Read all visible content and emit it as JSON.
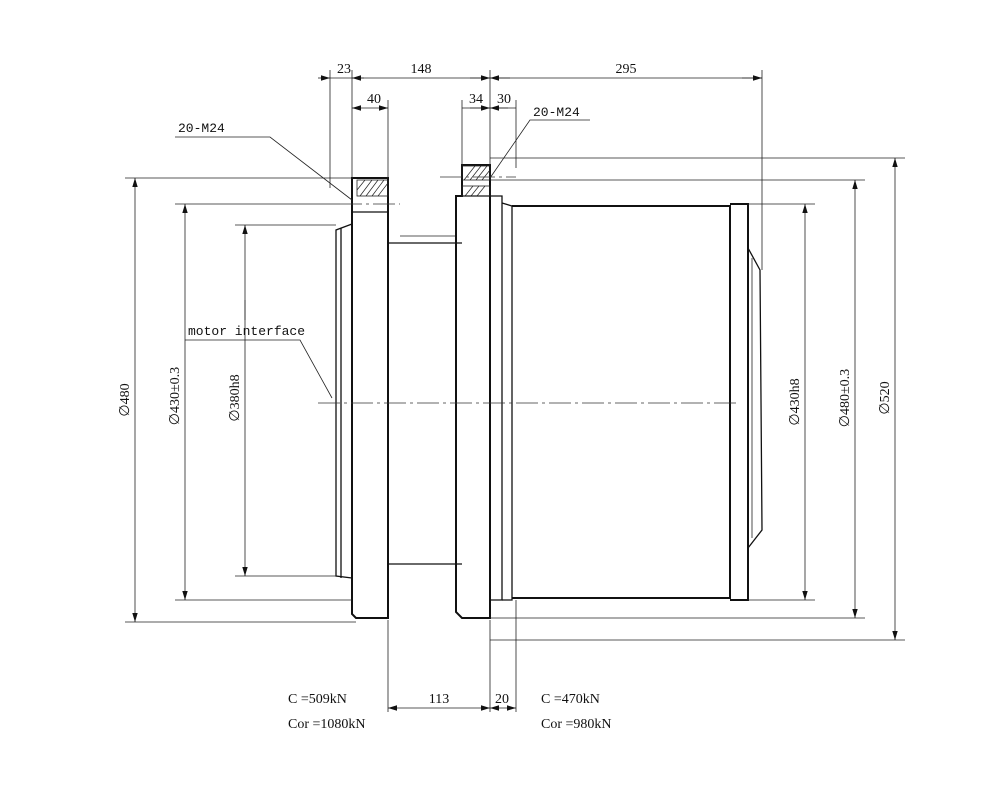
{
  "dimensions": {
    "top": {
      "d23": "23",
      "d148": "148",
      "d295": "295",
      "d40": "40",
      "d34": "34",
      "d30": "30"
    },
    "bottom": {
      "d113": "113",
      "d20": "20"
    },
    "diameters": {
      "d480_left": "∅480",
      "d430": "∅430±0.3",
      "d380": "∅380h8",
      "d430h8": "∅430h8",
      "d480_right": "∅480±0.3",
      "d520": "∅520"
    }
  },
  "labels": {
    "thread_left": "20-M24",
    "thread_right": "20-M24",
    "motor_interface": "motor interface"
  },
  "bearing_notes": {
    "left": {
      "c": "C =509kN",
      "cor": "Cor =1080kN"
    },
    "right": {
      "c": "C =470kN",
      "cor": "Cor =980kN"
    }
  }
}
